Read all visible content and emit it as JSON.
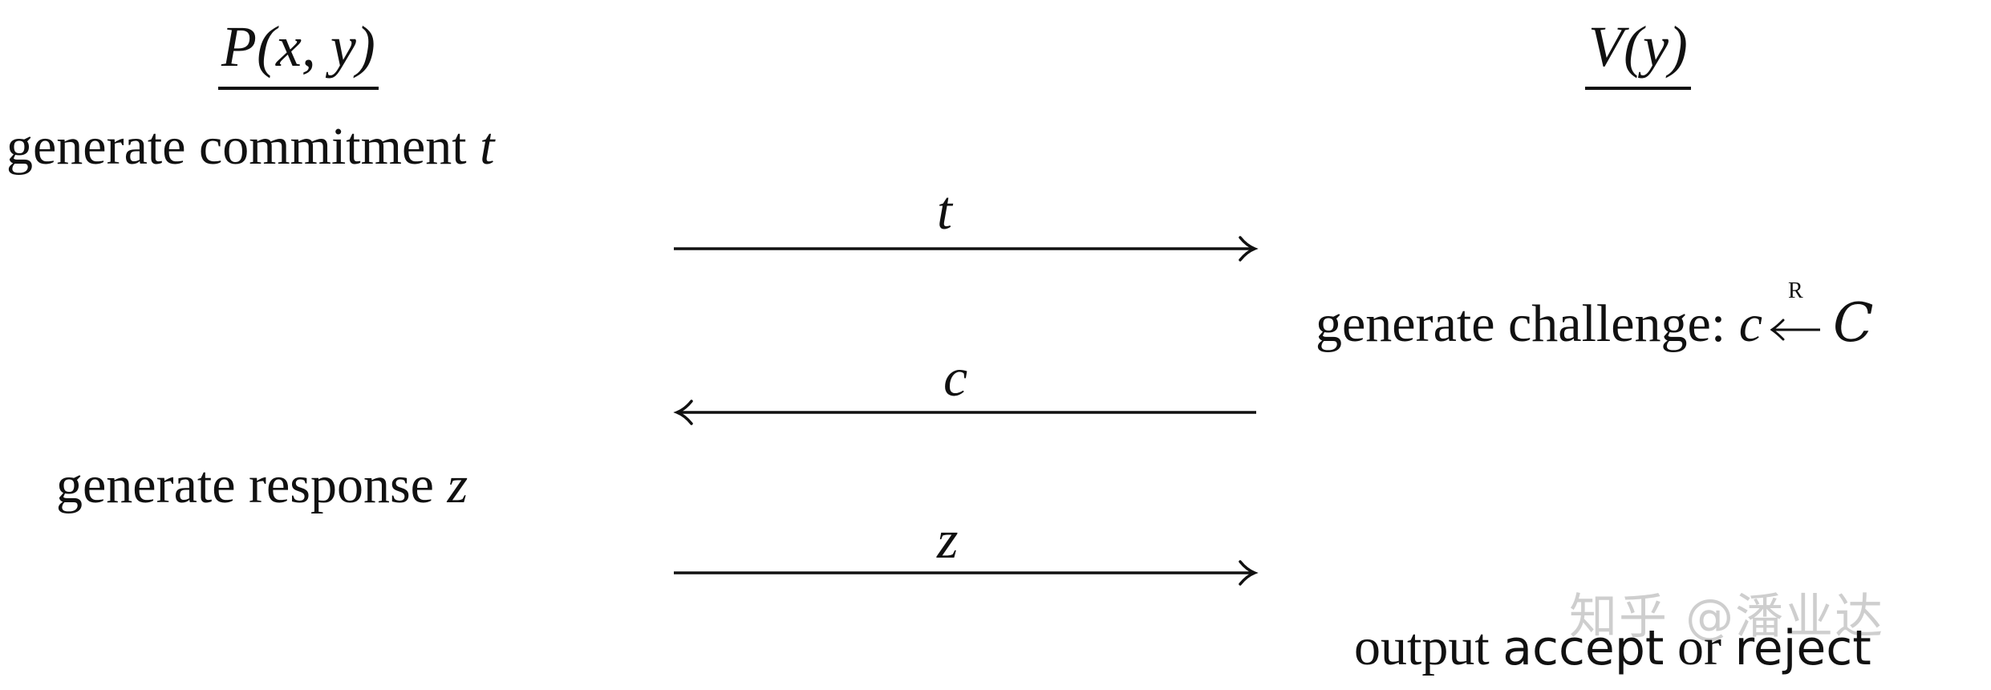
{
  "prover": {
    "name": "P",
    "args": "(x, y)"
  },
  "verifier": {
    "name": "V",
    "args": "(y)"
  },
  "steps": {
    "commit_text": "generate commitment",
    "commit_var": "t",
    "challenge_text": "generate challenge:",
    "challenge_var": "c",
    "challenge_sample_mark": "R",
    "challenge_set": "C",
    "response_text": "generate response",
    "response_var": "z",
    "output_word_1": "output",
    "output_accept": "accept",
    "output_word_2": "or",
    "output_reject": "reject"
  },
  "messages": [
    {
      "label": "t",
      "direction": "right"
    },
    {
      "label": "c",
      "direction": "left"
    },
    {
      "label": "z",
      "direction": "right"
    }
  ],
  "watermark": "知乎 @潘业达"
}
